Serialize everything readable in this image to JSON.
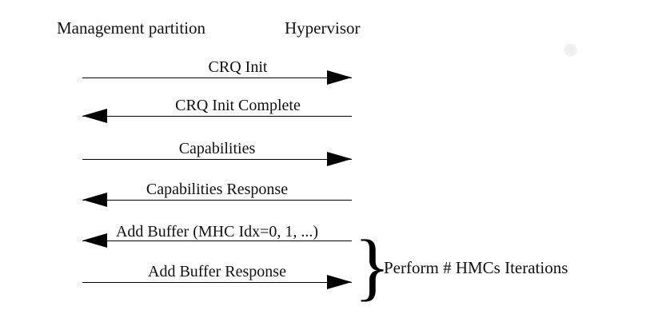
{
  "diagram": {
    "type": "sequence-diagram",
    "background_color": "#ffffff",
    "line_color": "#000000",
    "text_color": "#111111",
    "lifelines": [
      {
        "id": "management",
        "label": "Management partition"
      },
      {
        "id": "hypervisor",
        "label": "Hypervisor"
      }
    ],
    "messages": [
      {
        "index": 1,
        "label": "CRQ Init",
        "direction": "right",
        "from": "Management partition",
        "to": "Hypervisor"
      },
      {
        "index": 2,
        "label": "CRQ Init Complete",
        "direction": "left",
        "from": "Hypervisor",
        "to": "Management partition"
      },
      {
        "index": 3,
        "label": "Capabilities",
        "direction": "right",
        "from": "Management partition",
        "to": "Hypervisor"
      },
      {
        "index": 4,
        "label": "Capabilities Response",
        "direction": "left",
        "from": "Hypervisor",
        "to": "Management partition"
      },
      {
        "index": 5,
        "label": "Add Buffer (MHC Idx=0, 1, ...)",
        "direction": "left",
        "from": "Hypervisor",
        "to": "Management partition"
      },
      {
        "index": 6,
        "label": "Add Buffer Response",
        "direction": "right",
        "from": "Management partition",
        "to": "Hypervisor"
      }
    ],
    "annotation": {
      "brace_glyph": "}",
      "note": "Perform # HMCs Iterations",
      "spans_messages": [
        5,
        6
      ]
    }
  }
}
